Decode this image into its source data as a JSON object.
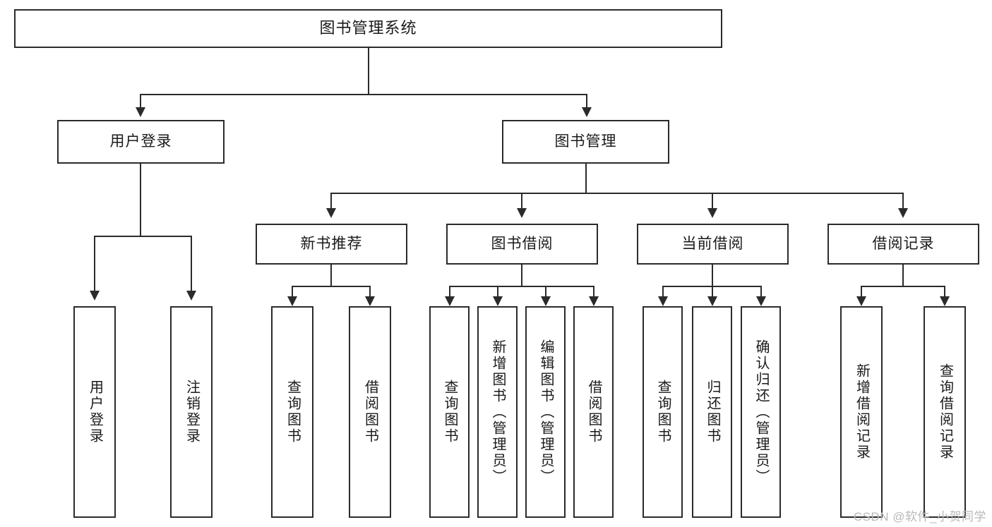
{
  "diagram": {
    "title": "图书管理系统",
    "watermark": "CSDN @软件_小贺同学",
    "theme": {
      "background": "#ffffff",
      "box_border": "#2b2b2b",
      "box_fill": "#ffffff",
      "text": "#1a1a1a",
      "connector": "#2b2b2b",
      "watermark": "#b9b9b9"
    },
    "levels": {
      "root": {
        "label": "图书管理系统"
      },
      "level2": [
        {
          "label": "用户登录"
        },
        {
          "label": "图书管理"
        }
      ],
      "level3": [
        {
          "label": "新书推荐"
        },
        {
          "label": "图书借阅"
        },
        {
          "label": "当前借阅"
        },
        {
          "label": "借阅记录"
        }
      ],
      "leaves": {
        "user_login": [
          {
            "label": "用户登录"
          },
          {
            "label": "注销登录"
          }
        ],
        "new_book": [
          {
            "label": "查询图书"
          },
          {
            "label": "借阅图书"
          }
        ],
        "book_borrow": [
          {
            "label": "查询图书"
          },
          {
            "label": "新增图书（管理员）"
          },
          {
            "label": "编辑图书（管理员）"
          },
          {
            "label": "借阅图书"
          }
        ],
        "current_borrow": [
          {
            "label": "查询图书"
          },
          {
            "label": "归还图书"
          },
          {
            "label": "确认归还（管理员）"
          }
        ],
        "borrow_record": [
          {
            "label": "新增借阅记录"
          },
          {
            "label": "查询借阅记录"
          }
        ]
      }
    }
  }
}
